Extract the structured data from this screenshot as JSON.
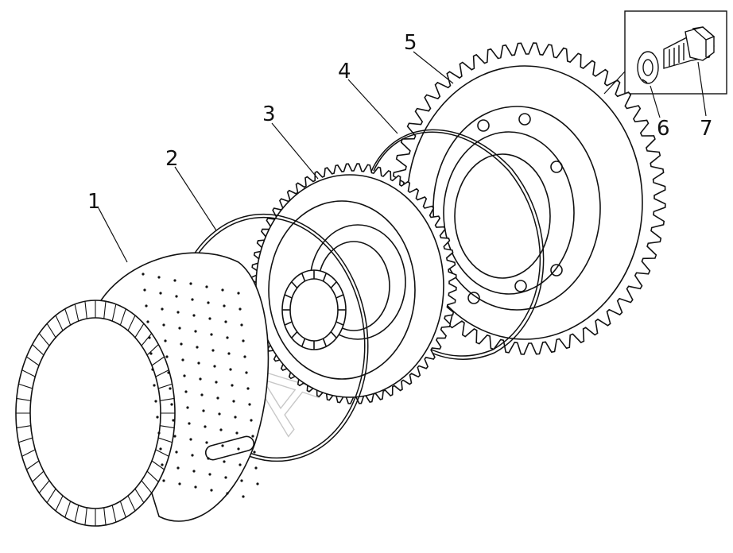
{
  "callouts": [
    {
      "id": "1",
      "label": "1"
    },
    {
      "id": "2",
      "label": "2"
    },
    {
      "id": "3",
      "label": "3"
    },
    {
      "id": "4",
      "label": "4"
    },
    {
      "id": "5",
      "label": "5"
    },
    {
      "id": "6",
      "label": "6"
    },
    {
      "id": "7",
      "label": "7"
    }
  ],
  "watermark": "AutoSoft",
  "colors": {
    "line": "#111111",
    "watermark": "#9a9a9a",
    "background": "#ffffff"
  }
}
